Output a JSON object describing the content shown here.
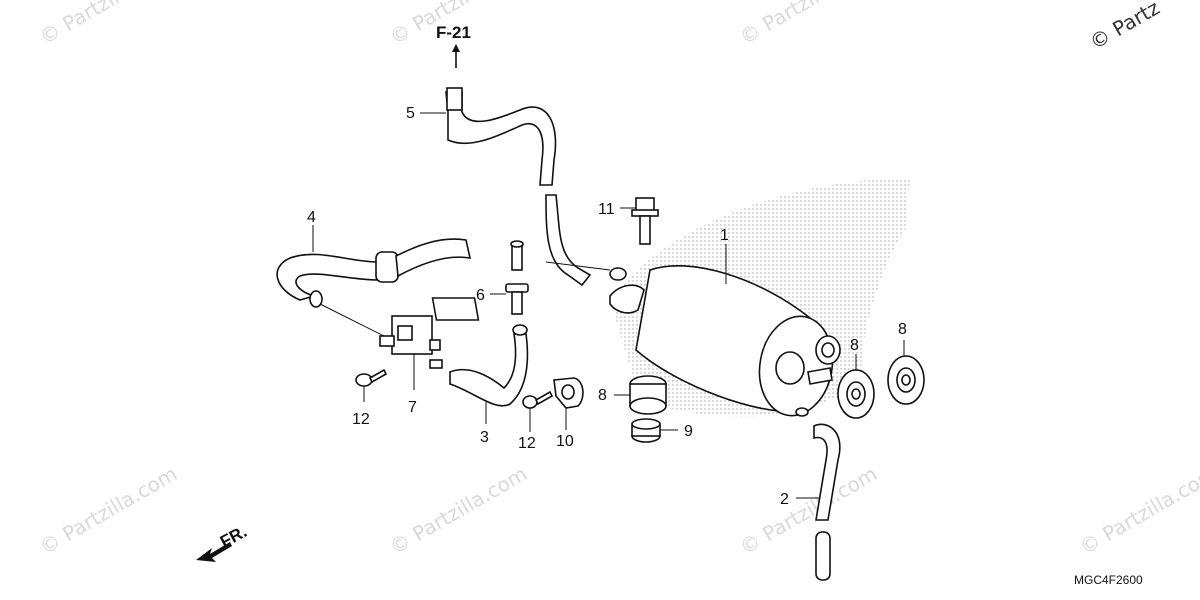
{
  "watermark": {
    "text": "© Partzilla.com",
    "corner_text": "© Partz"
  },
  "reference": {
    "arrow_label": "F-21",
    "front_label": "FR.",
    "diagram_code": "MGC4F2600"
  },
  "callouts": {
    "c1": "1",
    "c2": "2",
    "c3": "3",
    "c4": "4",
    "c5": "5",
    "c6": "6",
    "c7": "7",
    "c8a": "8",
    "c8b": "8",
    "c8c": "8",
    "c9": "9",
    "c10": "10",
    "c11": "11",
    "c12a": "12",
    "c12b": "12"
  },
  "colors": {
    "line": "#111111",
    "watermark": "#d9d9d9",
    "background": "#ffffff"
  }
}
